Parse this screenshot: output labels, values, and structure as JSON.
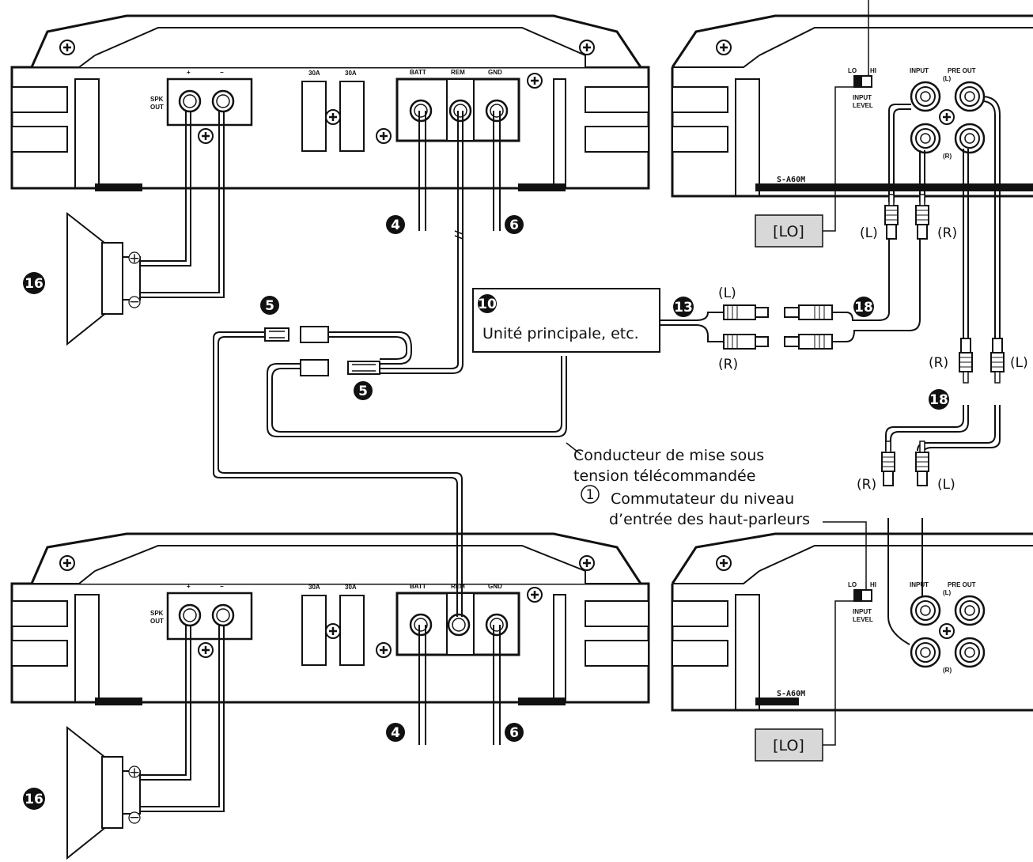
{
  "amp": {
    "spk_plus": "+",
    "spk_minus": "−",
    "spk_out": [
      "SPK",
      "OUT"
    ],
    "fuse": "30A",
    "batt": "BATT",
    "rem": "REM",
    "gnd": "GND"
  },
  "amp2": {
    "switch_lo": "LO",
    "switch_hi": "HI",
    "input_level": [
      "INPUT",
      "LEVEL"
    ],
    "input": "INPUT",
    "pre_out": "PRE OUT",
    "ch_l": "(L)",
    "ch_r": "(R)",
    "model": "S-A60M"
  },
  "badges": {
    "n4": "4",
    "n5": "5",
    "n6": "6",
    "n10": "10",
    "n13": "13",
    "n16": "16",
    "n18": "18"
  },
  "labels": {
    "head_unit": "Unité principale, etc.",
    "remote_lead": [
      "Conducteur de mise sous",
      "tension télécommandée"
    ],
    "switch_num": "1",
    "switch_desc": [
      "Commutateur du niveau",
      "d’entrée des haut-parleurs"
    ],
    "lo_box": "[LO]",
    "L": "(L)",
    "R": "(R)",
    "plus": "+",
    "minus": "−"
  }
}
